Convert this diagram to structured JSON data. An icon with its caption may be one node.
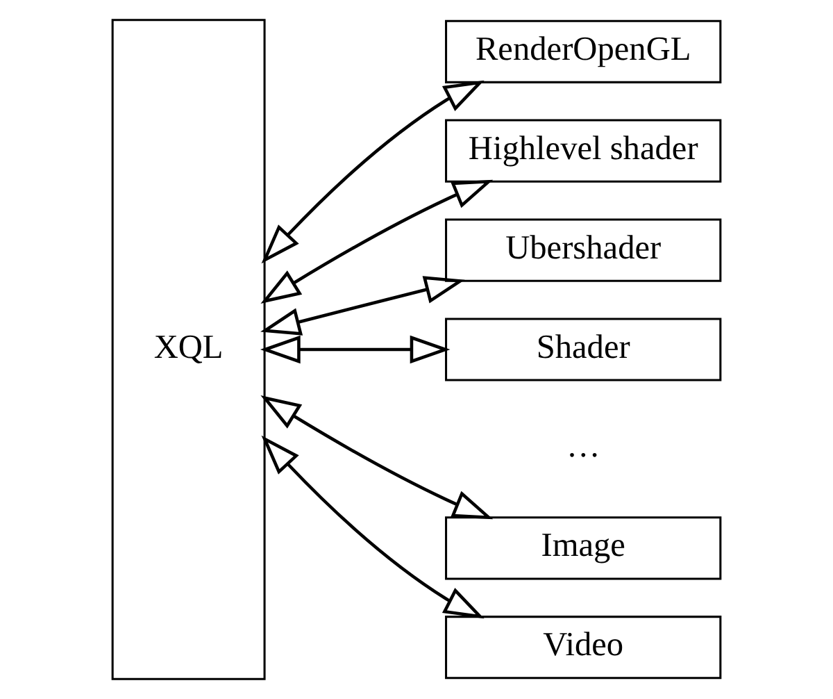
{
  "diagram": {
    "nodes": [
      {
        "text": [
          "XQL"
        ]
      },
      {
        "text": [
          "RenderOpenGL"
        ]
      },
      {
        "text": [
          "Highlevel shader"
        ]
      },
      {
        "text": [
          "Ubershader"
        ]
      },
      {
        "text": [
          "Shader"
        ]
      },
      {
        "text": [
          "Image"
        ]
      },
      {
        "text": [
          "Video"
        ]
      }
    ],
    "edges": [
      {
        "from": 0,
        "to": 1,
        "arrow": "both"
      },
      {
        "from": 0,
        "to": 2,
        "arrow": "both"
      },
      {
        "from": 0,
        "to": 3,
        "arrow": "both"
      },
      {
        "from": 0,
        "to": 4,
        "arrow": "both"
      },
      {
        "from": 0,
        "to": 5,
        "arrow": "both"
      },
      {
        "from": 0,
        "to": 6,
        "arrow": "both"
      }
    ],
    "labels": [
      "…"
    ]
  }
}
